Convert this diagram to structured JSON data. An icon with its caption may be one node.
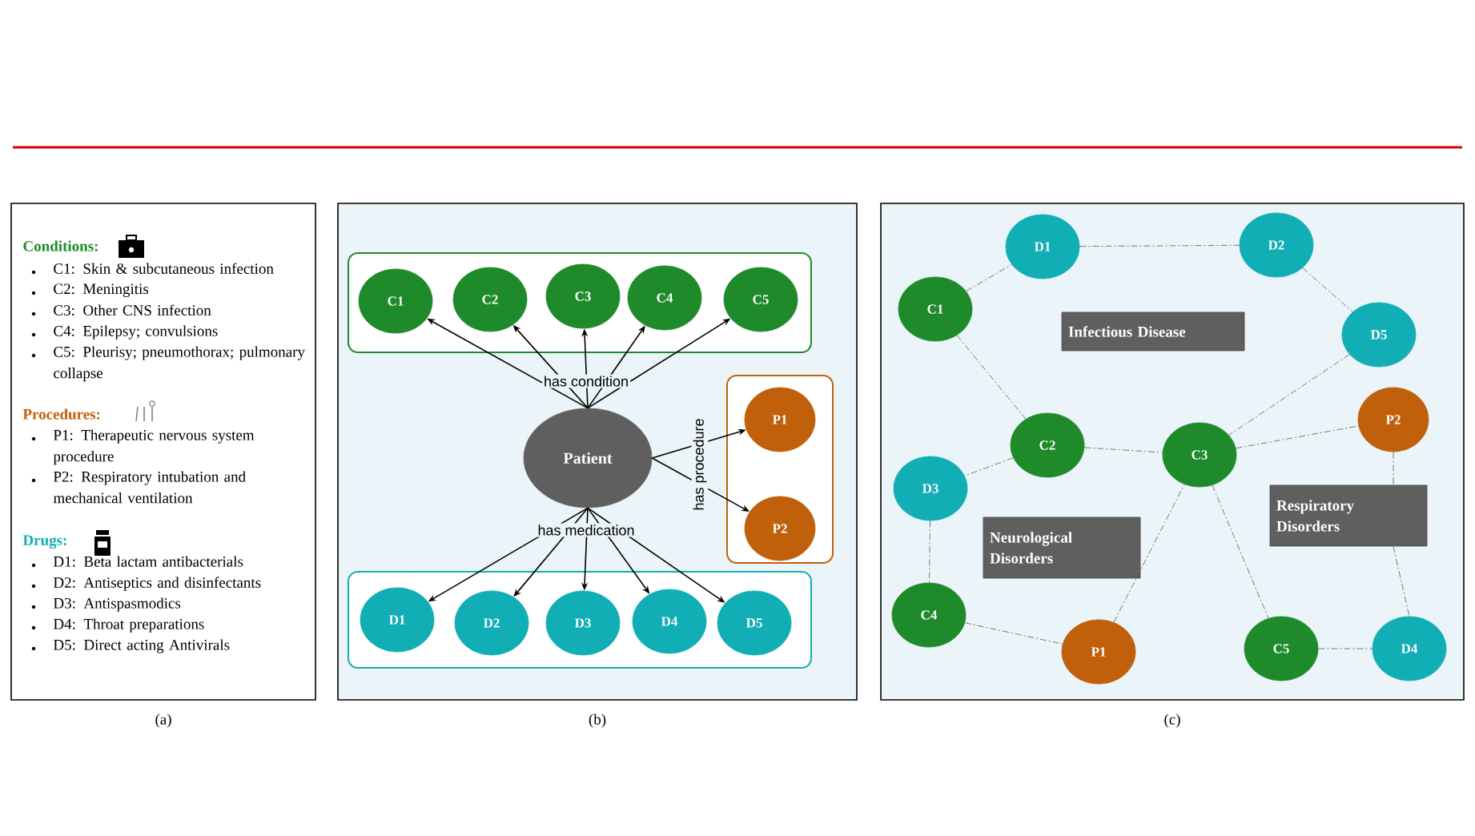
{
  "diagram": {
    "nodes": [
      {
        "text": [
          "Conditions:",
          "C1: Skin & subcutaneous infection",
          "C2: Meningitis",
          "C3: Other CNS infection",
          "C4: Epilepsy; convulsions",
          "C5: Pleurisy; pneumothorax; pulmonary collapse",
          "Procedures:",
          "P1: Therapeutic nervous system procedure",
          "P2: Respiratory intubation and mechanical ventilation",
          "Drugs:",
          "D1: Beta lactam antibacterials",
          "D2: Antiseptics and disinfectants",
          "D3: Antispasmodics",
          "D4: Throat preparations",
          "D5: Direct acting Antivirals"
        ],
        "beside": [
          "(a)"
        ]
      },
      {
        "text": [],
        "shape": "box",
        "beside": [
          "(b)"
        ]
      },
      {
        "text": [],
        "shape": "box",
        "in": 1
      },
      {
        "text": [
          "C1"
        ],
        "in": 2
      },
      {
        "text": [
          "C2"
        ],
        "in": 2
      },
      {
        "text": [
          "C3"
        ],
        "in": 2
      },
      {
        "text": [
          "C4"
        ],
        "in": 2
      },
      {
        "text": [
          "C5"
        ],
        "in": 2
      },
      {
        "text": [
          "Patient"
        ],
        "in": 1
      },
      {
        "text": [],
        "shape": "box",
        "in": 1
      },
      {
        "text": [
          "P1"
        ],
        "in": 9
      },
      {
        "text": [
          "P2"
        ],
        "in": 9
      },
      {
        "text": [],
        "shape": "box",
        "in": 1
      },
      {
        "text": [
          "D1"
        ],
        "in": 12
      },
      {
        "text": [
          "D2"
        ],
        "in": 12
      },
      {
        "text": [
          "D3"
        ],
        "in": 12
      },
      {
        "text": [
          "D4"
        ],
        "in": 12
      },
      {
        "text": [
          "D5"
        ],
        "in": 12
      },
      {
        "text": [],
        "shape": "box",
        "beside": [
          "(c)"
        ]
      },
      {
        "text": [
          "D1"
        ],
        "in": 18
      },
      {
        "text": [
          "D2"
        ],
        "in": 18
      },
      {
        "text": [
          "C1"
        ],
        "in": 18
      },
      {
        "text": [
          "Infectious Disease"
        ],
        "in": 18
      },
      {
        "text": [
          "D5"
        ],
        "in": 18
      },
      {
        "text": [
          "P2"
        ],
        "in": 18
      },
      {
        "text": [
          "C2"
        ],
        "in": 18
      },
      {
        "text": [
          "C3"
        ],
        "in": 18
      },
      {
        "text": [
          "D3"
        ],
        "in": 18
      },
      {
        "text": [
          "Respiratory Disorders"
        ],
        "in": 18
      },
      {
        "text": [
          "Neurological Disorders"
        ],
        "in": 18
      },
      {
        "text": [
          "C4"
        ],
        "in": 18
      },
      {
        "text": [
          "P1"
        ],
        "in": 18
      },
      {
        "text": [
          "C5"
        ],
        "in": 18
      },
      {
        "text": [
          "D4"
        ],
        "in": 18
      }
    ],
    "edges": [
      {
        "from": 8,
        "to": 3,
        "arrow": "to"
      },
      {
        "from": 8,
        "to": 4,
        "arrow": "to"
      },
      {
        "from": 8,
        "to": 5,
        "arrow": "to",
        "label": "has condition"
      },
      {
        "from": 8,
        "to": 6,
        "arrow": "to"
      },
      {
        "from": 8,
        "to": 7,
        "arrow": "to"
      },
      {
        "from": 8,
        "to": 10,
        "arrow": "to",
        "label": "has procedure"
      },
      {
        "from": 8,
        "to": 11,
        "arrow": "to"
      },
      {
        "from": 8,
        "to": 13,
        "arrow": "to"
      },
      {
        "from": 8,
        "to": 14,
        "arrow": "to"
      },
      {
        "from": 8,
        "to": 15,
        "arrow": "to",
        "label": "has medication"
      },
      {
        "from": 8,
        "to": 16,
        "arrow": "to"
      },
      {
        "from": 8,
        "to": 17,
        "arrow": "to"
      },
      {
        "from": 21,
        "to": 19,
        "arrow": "none",
        "style": "dashed"
      },
      {
        "from": 19,
        "to": 20,
        "arrow": "none",
        "style": "dashed"
      },
      {
        "from": 20,
        "to": 23,
        "arrow": "none",
        "style": "dashed"
      },
      {
        "from": 21,
        "to": 25,
        "arrow": "none",
        "style": "dashed"
      },
      {
        "from": 23,
        "to": 26,
        "arrow": "none",
        "style": "dashed"
      },
      {
        "from": 25,
        "to": 26,
        "arrow": "none",
        "style": "dashed"
      },
      {
        "from": 25,
        "to": 27,
        "arrow": "none",
        "style": "dashed"
      },
      {
        "from": 26,
        "to": 24,
        "arrow": "none",
        "style": "dashed"
      },
      {
        "from": 27,
        "to": 30,
        "arrow": "none",
        "style": "dashed"
      },
      {
        "from": 30,
        "to": 31,
        "arrow": "none",
        "style": "dashed"
      },
      {
        "from": 31,
        "to": 26,
        "arrow": "none",
        "style": "dashed"
      },
      {
        "from": 26,
        "to": 32,
        "arrow": "none",
        "style": "dashed"
      },
      {
        "from": 32,
        "to": 33,
        "arrow": "none",
        "style": "dashed"
      },
      {
        "from": 24,
        "to": 28,
        "arrow": "none",
        "style": "dashed"
      },
      {
        "from": 28,
        "to": 33,
        "arrow": "none",
        "style": "dashed"
      }
    ]
  }
}
